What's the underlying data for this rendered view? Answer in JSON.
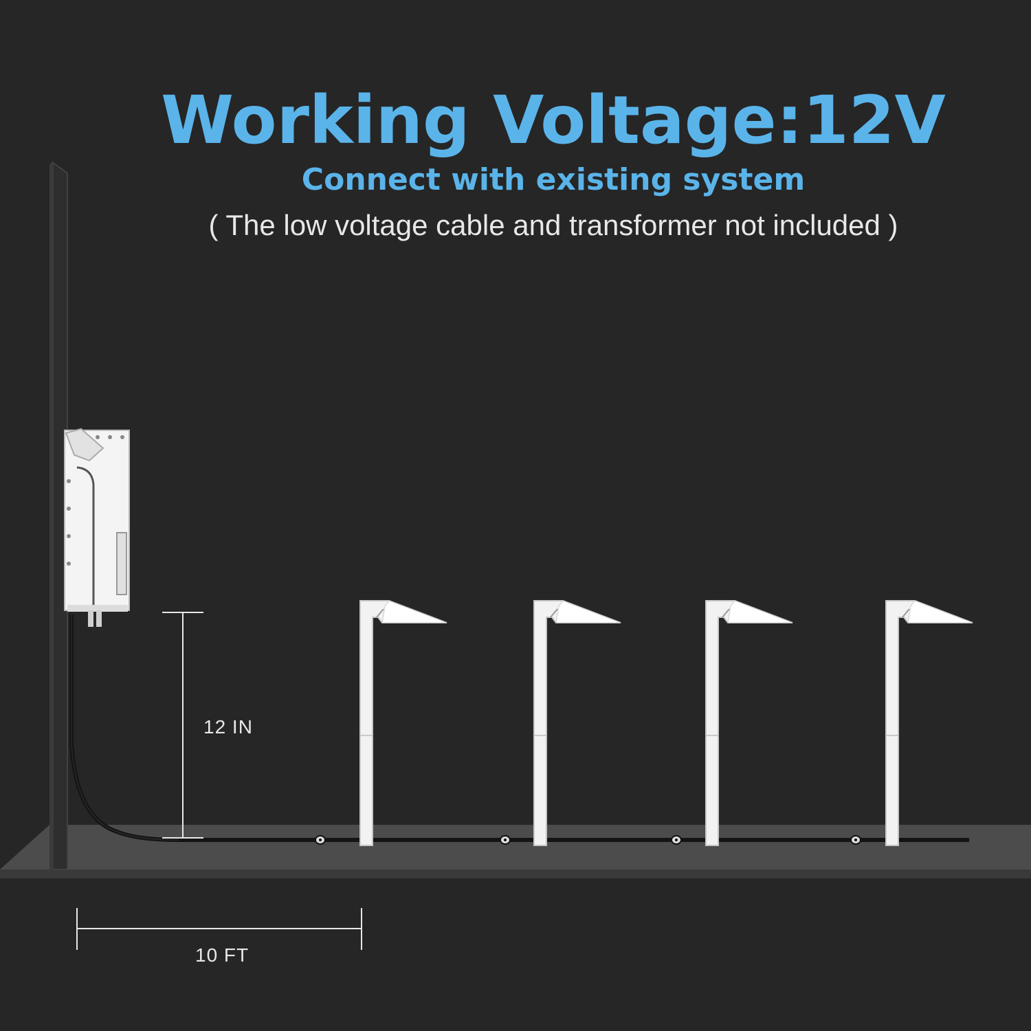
{
  "header": {
    "title": "Working Voltage:12V",
    "subtitle": "Connect with existing system",
    "note": "( The low voltage cable and transformer not included )"
  },
  "dimensions": {
    "height_label": "12 IN",
    "distance_label": "10 FT"
  },
  "scene": {
    "lights": [
      {
        "name": "path-light-1"
      },
      {
        "name": "path-light-2"
      },
      {
        "name": "path-light-3"
      },
      {
        "name": "path-light-4"
      }
    ],
    "connector_count": 4
  },
  "colors": {
    "background": "#262626",
    "accent": "#5ab4ea",
    "text": "#e8e8e8",
    "wall": "#2c2c2c",
    "wall_edge": "#3c3c3c",
    "floor": "#4a4a4a",
    "floor_top": "#555555",
    "fixture": "#f2f2f2",
    "cable": "#151515"
  }
}
